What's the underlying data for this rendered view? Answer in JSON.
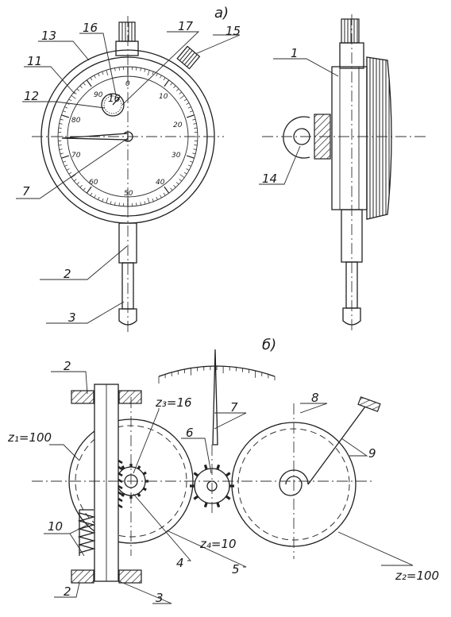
{
  "figure": {
    "panel_a_label": "а)",
    "panel_b_label": "б)",
    "dial_numbers": [
      "0",
      "10",
      "20",
      "30",
      "40",
      "50",
      "60",
      "70",
      "80",
      "90"
    ],
    "small_dial_marks": [
      "16"
    ],
    "labels_a": {
      "l13": "13",
      "l16": "16",
      "l17": "17",
      "l15": "15",
      "l11": "11",
      "l12": "12",
      "l7": "7",
      "l2": "2",
      "l3": "3",
      "l1": "1",
      "l14": "14"
    },
    "labels_b": {
      "l2top": "2",
      "l7": "7",
      "l8": "8",
      "l6": "6",
      "l9": "9",
      "l10": "10",
      "l4": "4",
      "l5": "5",
      "l2bot": "2",
      "l3": "3"
    },
    "gear_labels": {
      "z1": "z₁=100",
      "z3": "z₃=16",
      "z4": "z₄=10",
      "z2": "z₂=100"
    }
  }
}
